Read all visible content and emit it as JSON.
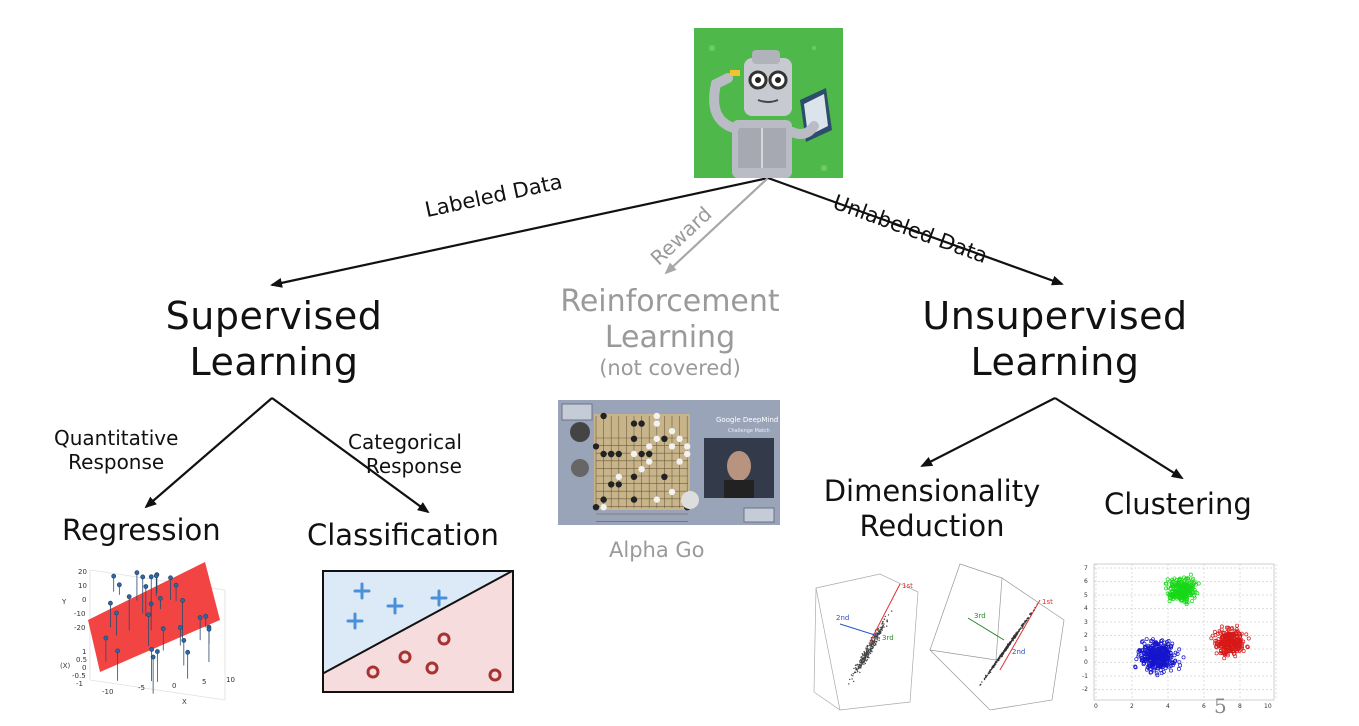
{
  "edges": {
    "labeled": "Labeled Data",
    "reward": "Reward",
    "unlabeled": "Unlabeled Data",
    "quantitative": [
      "Quantitative",
      "Response"
    ],
    "categorical": [
      "Categorical",
      "Response"
    ]
  },
  "nodes": {
    "supervised": [
      "Supervised",
      "Learning"
    ],
    "reinforcement": [
      "Reinforcement",
      "Learning",
      "(not covered)"
    ],
    "unsupervised": [
      "Unsupervised",
      "Learning"
    ],
    "regression": "Regression",
    "classification": "Classification",
    "dimensionality": [
      "Dimensionality",
      "Reduction"
    ],
    "clustering": "Clustering",
    "alphago": "Alpha Go"
  },
  "alphago_screen": {
    "brand": "Google DeepMind",
    "event": "Challenge Match"
  },
  "regression_axes": {
    "y_ticks": [
      "20",
      "10",
      "0",
      "-10",
      "-20"
    ],
    "z_ticks": [
      "1",
      "0.5",
      "0",
      "-0.5",
      "-1"
    ],
    "x_ticks": [
      "-10",
      "-5",
      "0",
      "5",
      "10"
    ],
    "y_label": "Y",
    "z_label": "sin(X)",
    "x_label": "X"
  },
  "pca": {
    "labels": [
      "1st",
      "2nd",
      "3rd"
    ],
    "right_labels": [
      "1st",
      "2nd",
      "3rd"
    ]
  },
  "clustering_axes": {
    "y_ticks": [
      "7",
      "6",
      "5",
      "4",
      "3",
      "2",
      "1",
      "0",
      "-1",
      "-2"
    ],
    "x_ticks": [
      "0",
      "2",
      "4",
      "6",
      "8",
      "10"
    ]
  },
  "page_number": "5",
  "colors": {
    "robot_bg": "#4fb84a",
    "plane": "#f23a3a",
    "class_top": "#dce9f6",
    "class_bottom": "#f6dcdc",
    "plus": "#4a90d9",
    "circle": "#a83232",
    "cluster_green": "#18d818",
    "cluster_blue": "#1515cc",
    "cluster_red": "#d81818"
  }
}
